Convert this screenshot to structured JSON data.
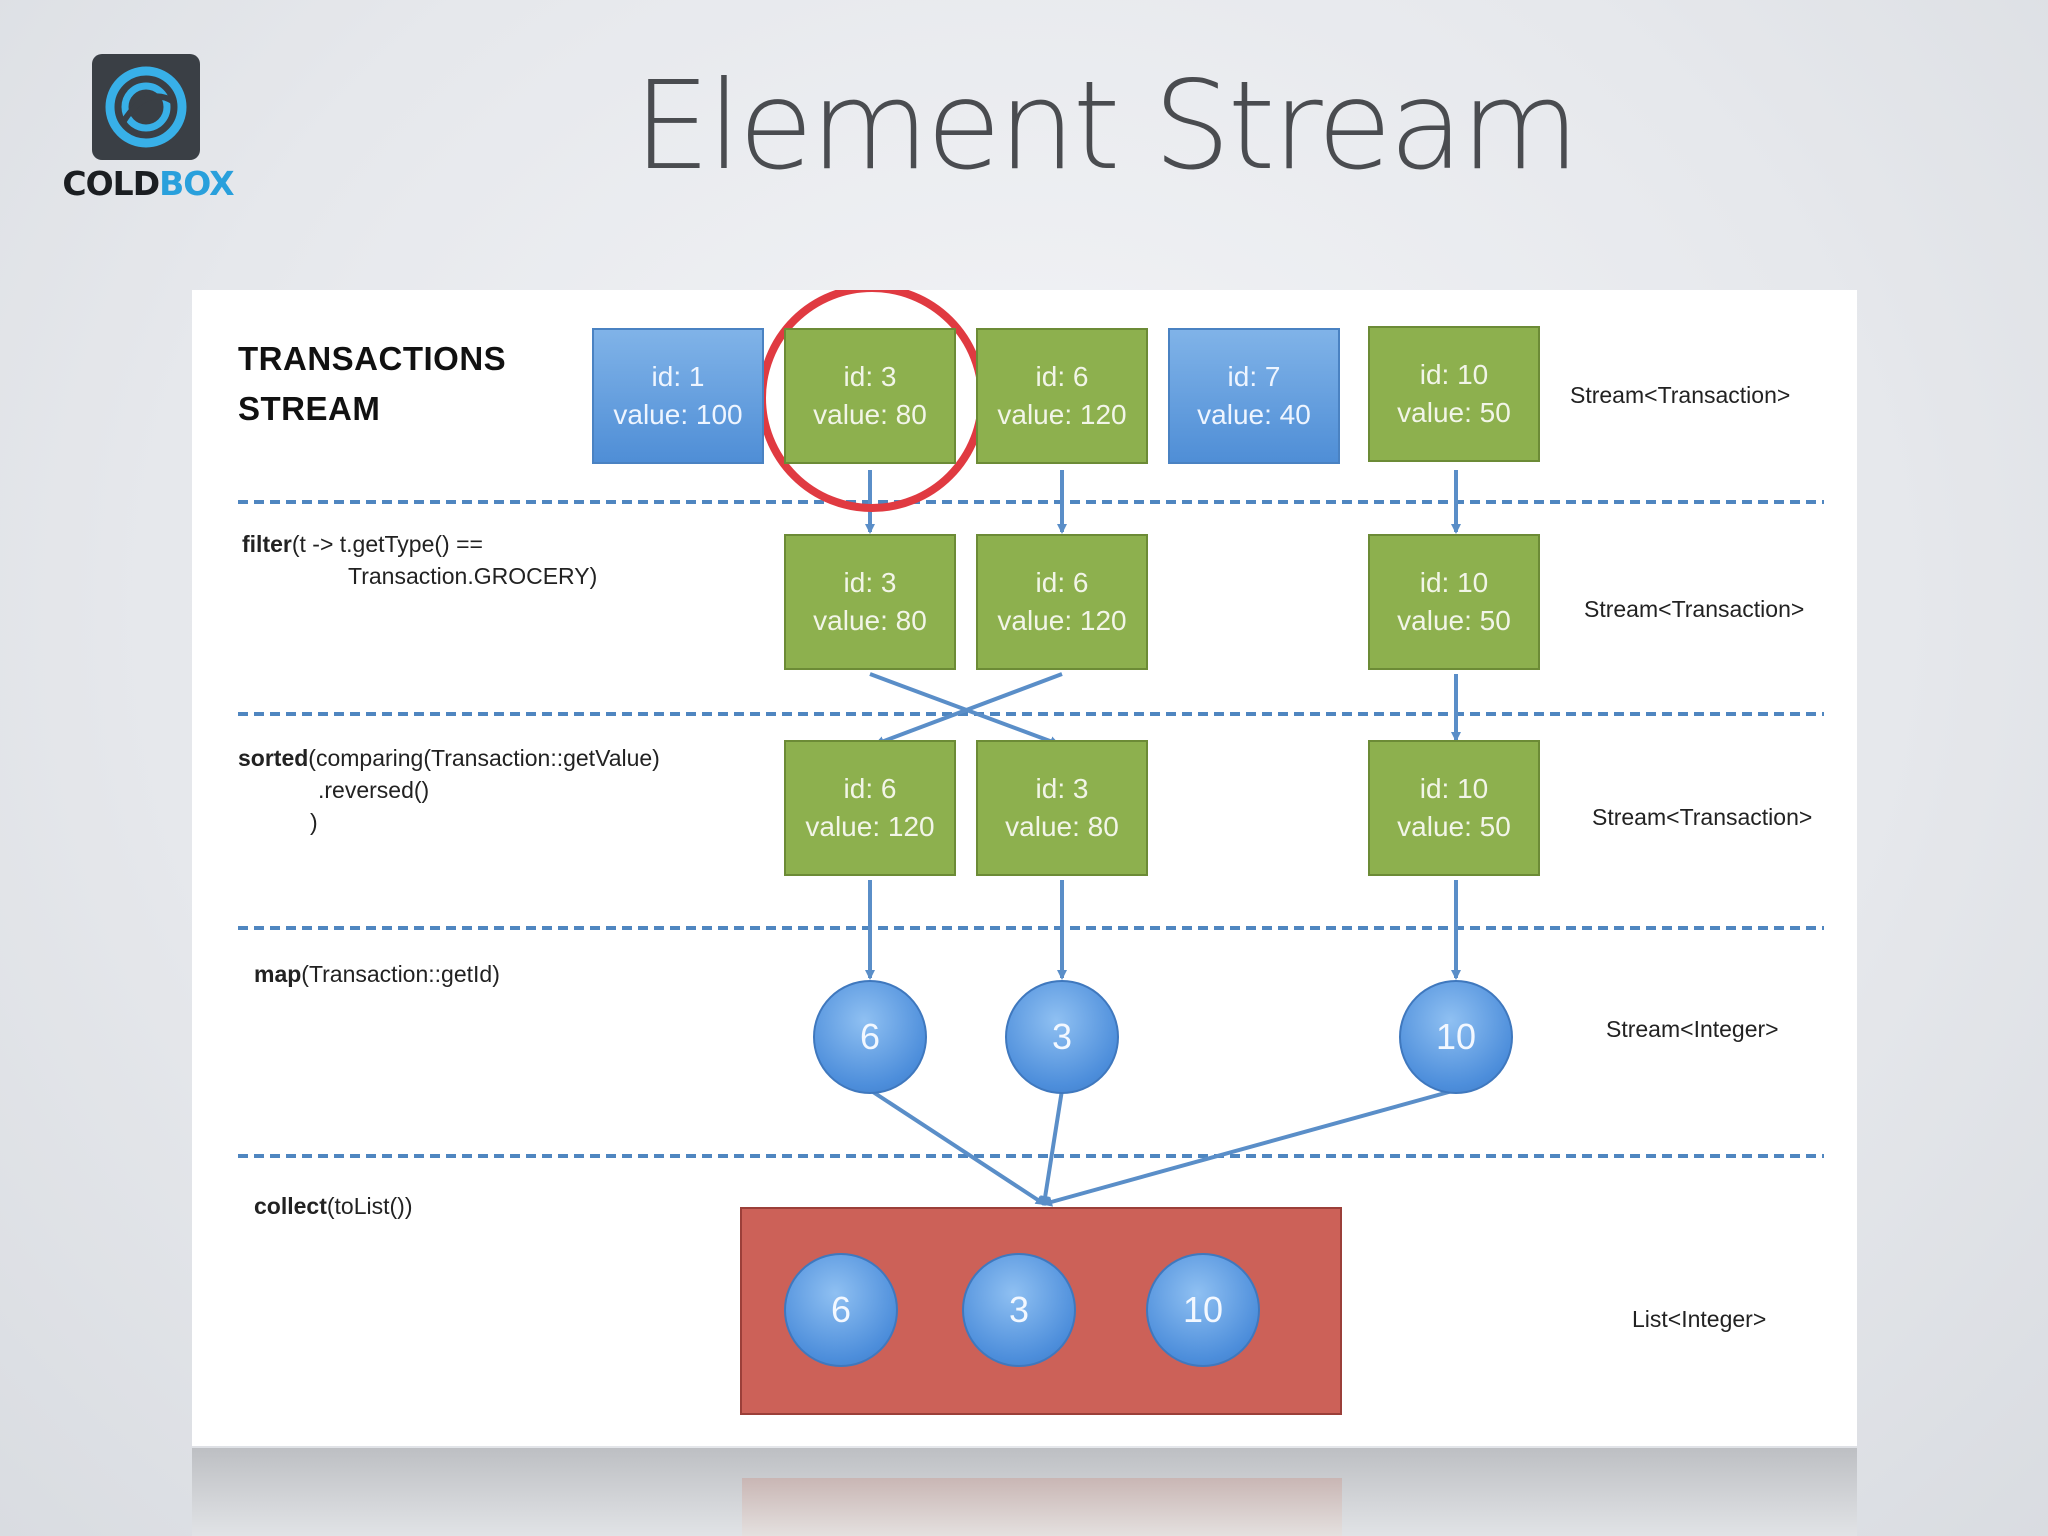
{
  "slide": {
    "title": "Element Stream"
  },
  "logo": {
    "text_dark": "COLD",
    "text_blue": "BOX"
  },
  "stages": {
    "source": {
      "title_line1": "TRANSACTIONS",
      "title_line2": "STREAM",
      "type": "Stream<Transaction>",
      "items": [
        {
          "id": "id: 1",
          "value": "value: 100",
          "color": "blue"
        },
        {
          "id": "id: 3",
          "value": "value: 80",
          "color": "green",
          "highlighted": true
        },
        {
          "id": "id: 6",
          "value": "value: 120",
          "color": "green"
        },
        {
          "id": "id: 7",
          "value": "value: 40",
          "color": "blue"
        },
        {
          "id": "id: 10",
          "value": "value: 50",
          "color": "green"
        }
      ]
    },
    "filter": {
      "op": "filter",
      "args_line1": "(t -> t.getType() ==",
      "args_line2": "Transaction.GROCERY)",
      "type": "Stream<Transaction>",
      "items": [
        {
          "id": "id: 3",
          "value": "value: 80"
        },
        {
          "id": "id: 6",
          "value": "value: 120"
        },
        {
          "id": "id: 10",
          "value": "value: 50"
        }
      ]
    },
    "sorted": {
      "op": "sorted",
      "args_line1": "(comparing(Transaction::getValue)",
      "args_line2": ".reversed()",
      "args_line3": ")",
      "type": "Stream<Transaction>",
      "items": [
        {
          "id": "id: 6",
          "value": "value: 120"
        },
        {
          "id": "id: 3",
          "value": "value: 80"
        },
        {
          "id": "id: 10",
          "value": "value: 50"
        }
      ]
    },
    "map": {
      "op": "map",
      "args": "(Transaction::getId)",
      "type": "Stream<Integer>",
      "items": [
        "6",
        "3",
        "10"
      ]
    },
    "collect": {
      "op": "collect",
      "args": "(toList())",
      "type": "List<Integer>",
      "items": [
        "6",
        "3",
        "10"
      ]
    }
  },
  "colors": {
    "green_box": "#8db04e",
    "blue_box": "#5b9bdf",
    "list_box": "#cc6158",
    "highlight_ring": "#e03a41",
    "divider": "#4f86c0",
    "arrow": "#5a8ec8"
  }
}
